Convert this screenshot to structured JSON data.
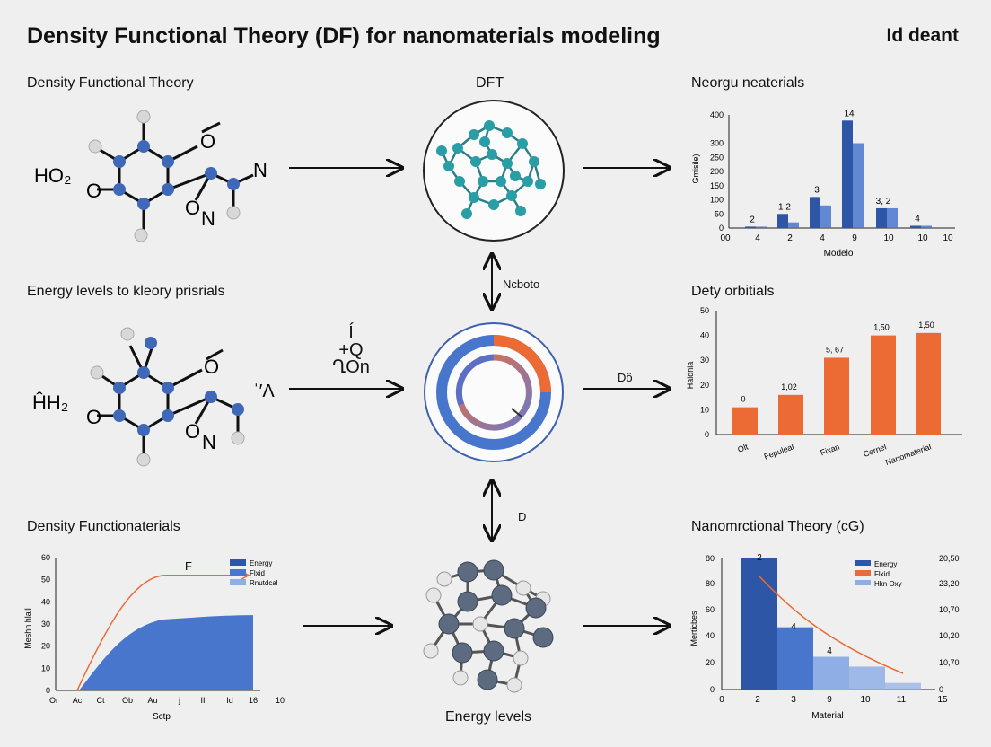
{
  "title": "Density Functional Theory (DF) for nanomaterials modeling",
  "corner_text": "Id deant",
  "sections": {
    "top_left": "Density Functional Theory",
    "mid_left": "Energy levels to kleory prisrials",
    "bottom_left": "Density Functionaterials",
    "top_center": "DFT",
    "bottom_center": "Energy levels",
    "top_right": "Neorgu neaterials",
    "mid_right": "Dety orbitials",
    "bottom_right": "Nanomrctional Theory (cG)"
  },
  "molecule_labels": {
    "top": {
      "left": "HO₂",
      "o_top": "O",
      "o_left": "O",
      "o_bottom": "O",
      "n_bottom": "N",
      "n_right": "N"
    },
    "mid": {
      "left": "ĤH₂",
      "o_top": "O",
      "o_left": "O",
      "o_bottom": "O",
      "n_bottom": "N",
      "right": "ˈ′Λ"
    }
  },
  "arrow_labels": {
    "center_upper": "Ncboto",
    "center_lower": "D",
    "mid_right_arrow": "Dö",
    "mid_left_formula": [
      "Í",
      "+Q",
      "ՂOn"
    ]
  },
  "colors": {
    "blue_dark": "#2e56a6",
    "blue_mid": "#4876cc",
    "blue_light": "#8faee6",
    "orange": "#ec6a33",
    "teal": "#2a9ea6",
    "atom_blue": "#3f68b8",
    "atom_gray": "#5d6b80"
  },
  "chart_data": [
    {
      "type": "bar",
      "ylabel": "Gmisile)",
      "xlabel": "Modelo",
      "ylim": [
        0,
        400
      ],
      "yticks": [
        "0",
        "50",
        "100",
        "150",
        "200",
        "250",
        "300",
        "400"
      ],
      "xticks": [
        "00",
        "4",
        "2",
        "4",
        "9",
        "10",
        "10",
        "10"
      ],
      "series": [
        {
          "values": [
            5,
            50,
            110,
            380,
            70,
            8
          ]
        },
        {
          "values": [
            5,
            20,
            80,
            300,
            70,
            8
          ]
        }
      ],
      "data_labels": [
        "2",
        "1 2",
        "3",
        "14",
        "3, 2",
        "4"
      ]
    },
    {
      "type": "bar",
      "ylabel": "Haidnla",
      "ylim": [
        0,
        50
      ],
      "yticks": [
        "0",
        "10",
        "20",
        "30",
        "40",
        "50"
      ],
      "categories": [
        "Olt",
        "Fepuleal",
        "Fixan",
        "Cernel",
        "Nanomaterial"
      ],
      "values": [
        11,
        16,
        31,
        40,
        41
      ],
      "data_labels": [
        "0",
        "1,02",
        "5, 67",
        "1,50",
        "1,50"
      ]
    },
    {
      "type": "area",
      "title": "F",
      "ylabel": "Meshn hlall",
      "xlabel": "Sctp",
      "ylim": [
        0,
        60
      ],
      "yticks": [
        "0",
        "10",
        "20",
        "30",
        "40",
        "50",
        "60"
      ],
      "xticks": [
        "Or",
        "Ac",
        "Ct",
        "Ob",
        "Au",
        "j",
        "II",
        "Id",
        "16",
        "10"
      ],
      "legend": [
        "Energy",
        "Flxid",
        "Rnutdcal"
      ]
    },
    {
      "type": "bar",
      "ylabel": "Merticbes",
      "xlabel": "Material",
      "ylim": [
        0,
        80
      ],
      "yticks": [
        "0",
        "20",
        "40",
        "60",
        "80",
        "80"
      ],
      "right_yticks": [
        "0",
        "10,70",
        "10,20",
        "10,70",
        "23,20",
        "20,50"
      ],
      "xticks": [
        "0",
        "2",
        "3",
        "9",
        "10",
        "11",
        "15"
      ],
      "values": [
        80,
        38,
        20,
        14,
        4
      ],
      "data_labels": [
        "2",
        "4",
        "4"
      ],
      "legend": [
        "Energy",
        "Flxid",
        "Hkn Oxy"
      ]
    }
  ]
}
